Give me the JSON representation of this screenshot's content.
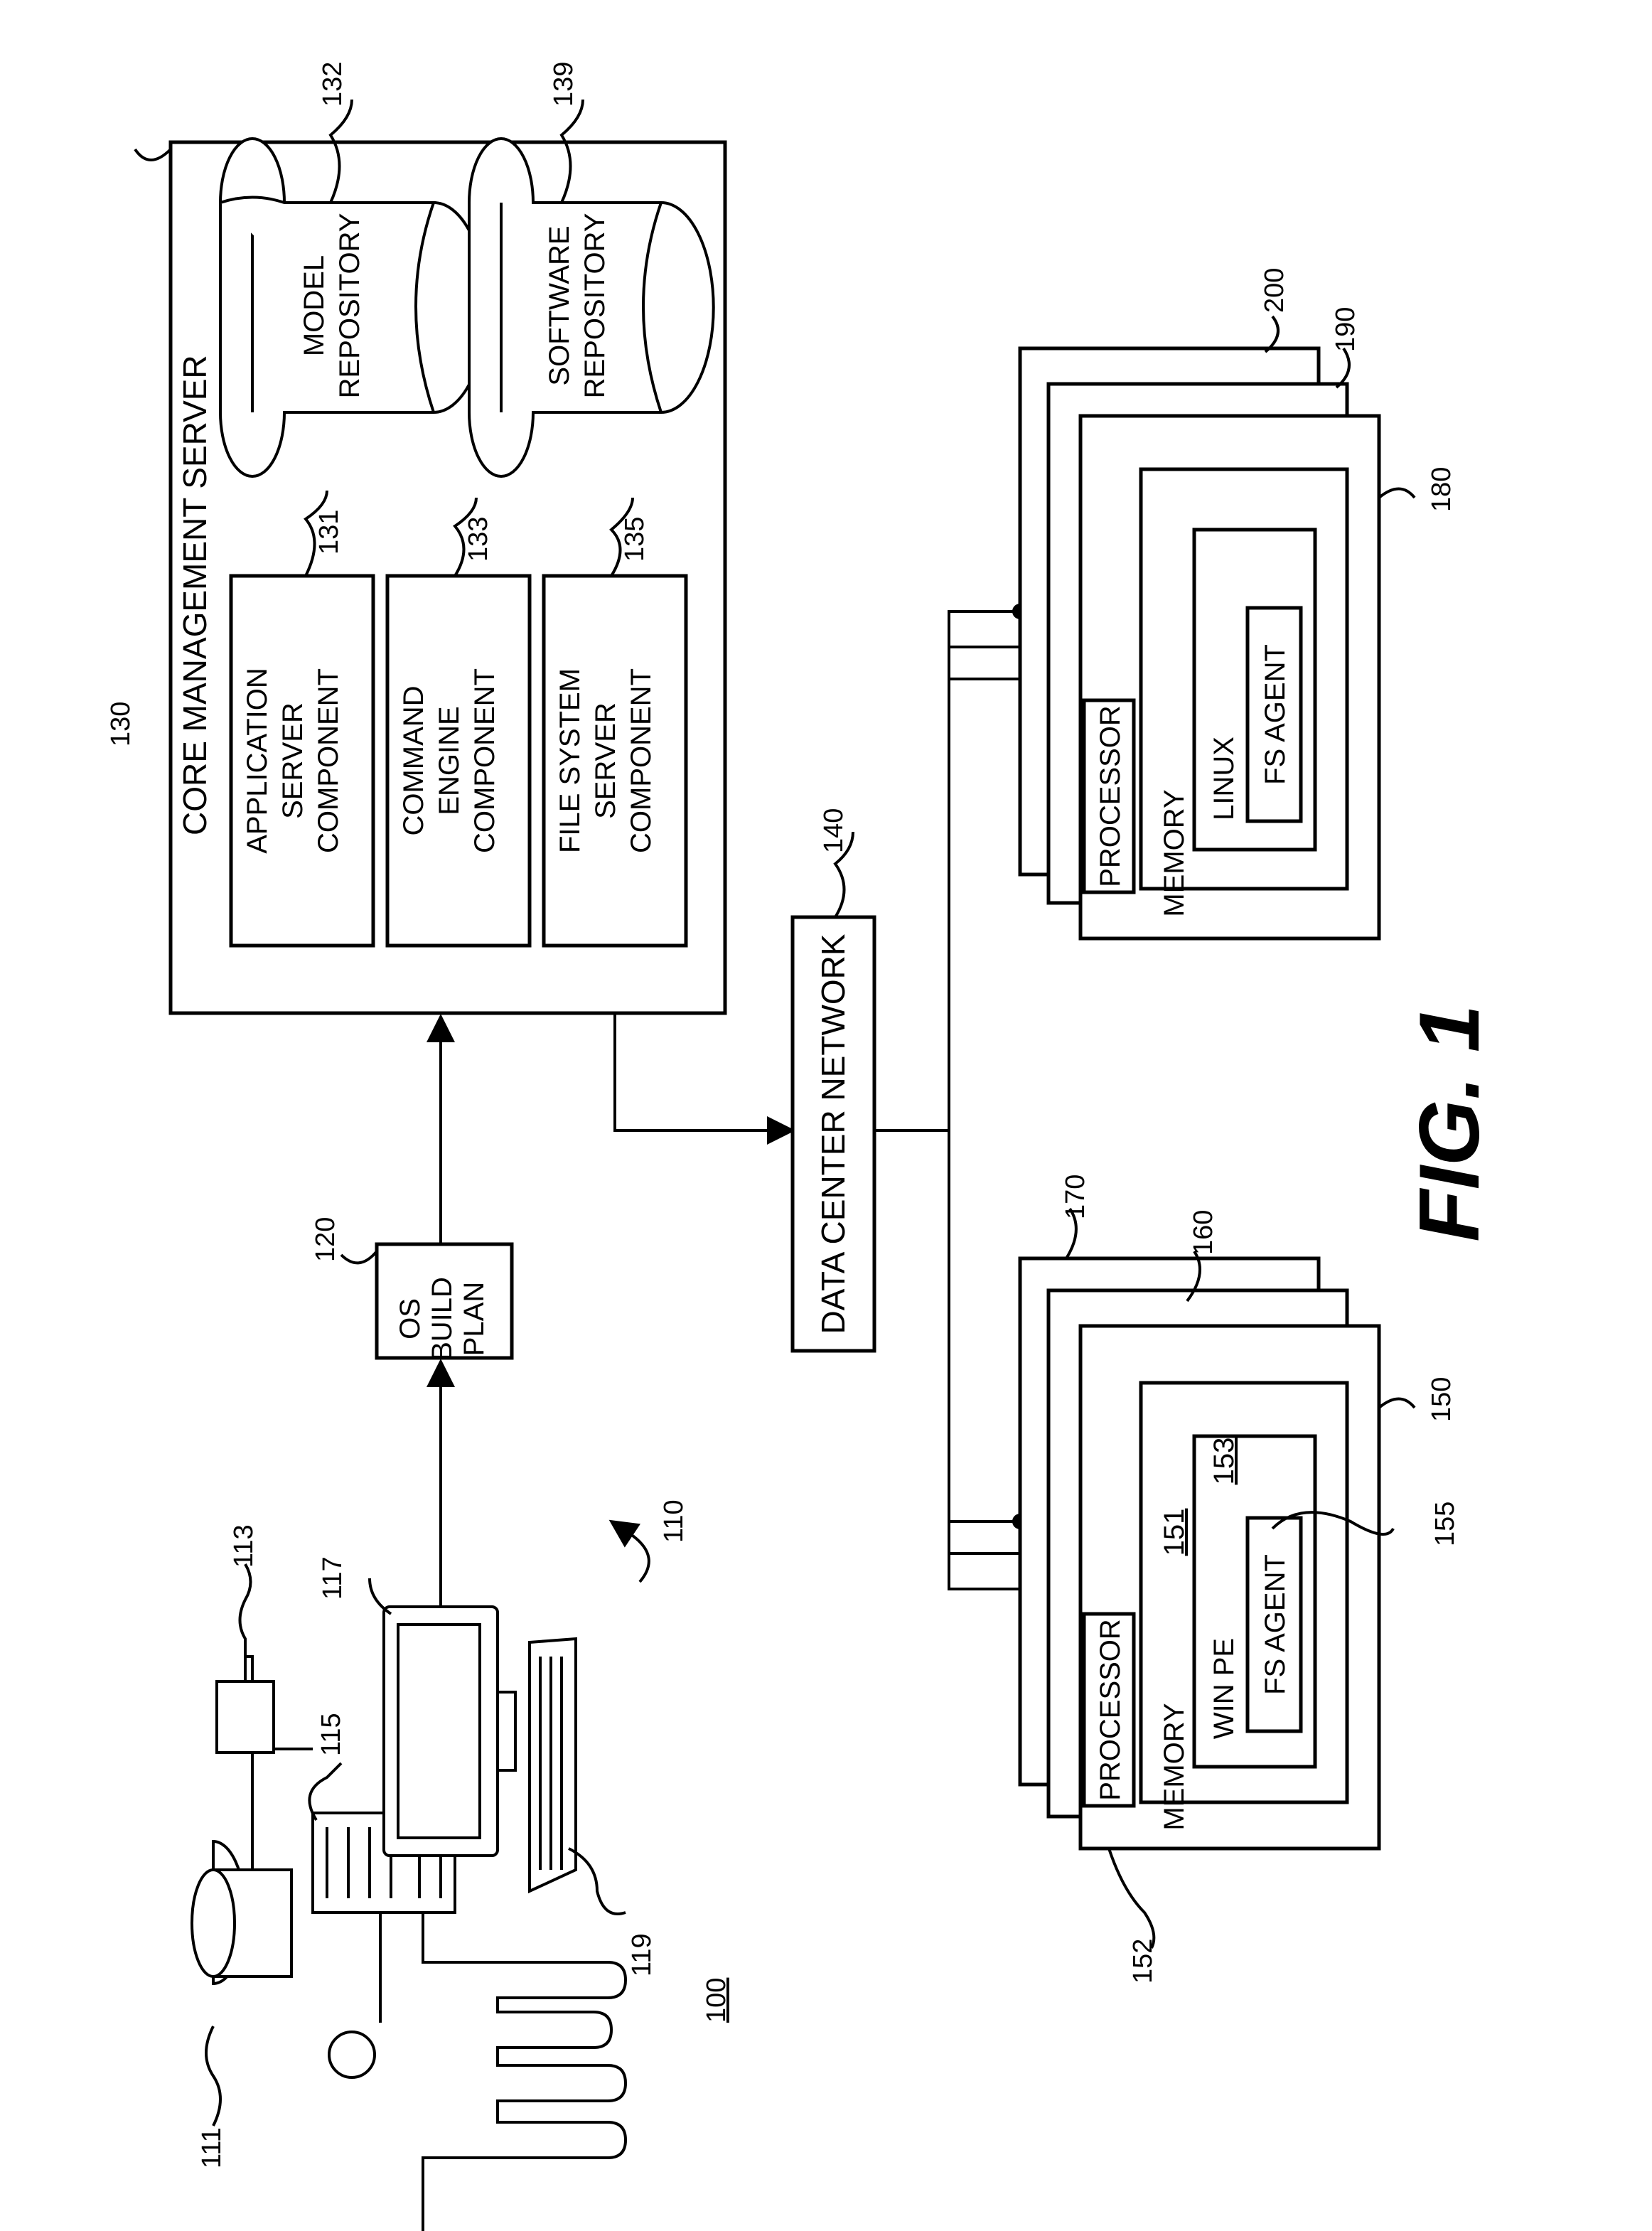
{
  "figure": {
    "caption": "FIG. 1",
    "system_ref": "100",
    "user_station_ref": "110",
    "database_ref": "111",
    "device_ref": "113",
    "tower_ref": "115",
    "monitor_ref": "117",
    "keyboard_ref": "119"
  },
  "build_plan": {
    "ref": "120",
    "lines": [
      "OS",
      "BUILD",
      "PLAN"
    ]
  },
  "core_server": {
    "ref": "130",
    "title": "CORE MANAGEMENT SERVER",
    "components": [
      {
        "ref": "131",
        "lines": [
          "APPLICATION",
          "SERVER",
          "COMPONENT"
        ]
      },
      {
        "ref": "133",
        "lines": [
          "COMMAND",
          "ENGINE",
          "COMPONENT"
        ]
      },
      {
        "ref": "135",
        "lines": [
          "FILE SYSTEM",
          "SERVER",
          "COMPONENT"
        ]
      }
    ],
    "repositories": [
      {
        "ref": "132",
        "lines": [
          "MODEL",
          "REPOSITORY"
        ]
      },
      {
        "ref": "139",
        "lines": [
          "SOFTWARE",
          "REPOSITORY"
        ]
      }
    ]
  },
  "network": {
    "ref": "140",
    "label": "DATA CENTER NETWORK"
  },
  "server_group_a": {
    "refs": {
      "front": "150",
      "front_callout": "152",
      "middle": "160",
      "back": "170",
      "memory": "151",
      "os": "153",
      "agent": "155"
    },
    "processor_label": "PROCESSOR",
    "memory_label": "MEMORY",
    "os_label": "WIN PE",
    "agent_label": "FS AGENT"
  },
  "server_group_b": {
    "refs": {
      "front": "180",
      "middle": "190",
      "back": "200"
    },
    "processor_label": "PROCESSOR",
    "memory_label": "MEMORY",
    "os_label": "LINUX",
    "agent_label": "FS AGENT"
  }
}
